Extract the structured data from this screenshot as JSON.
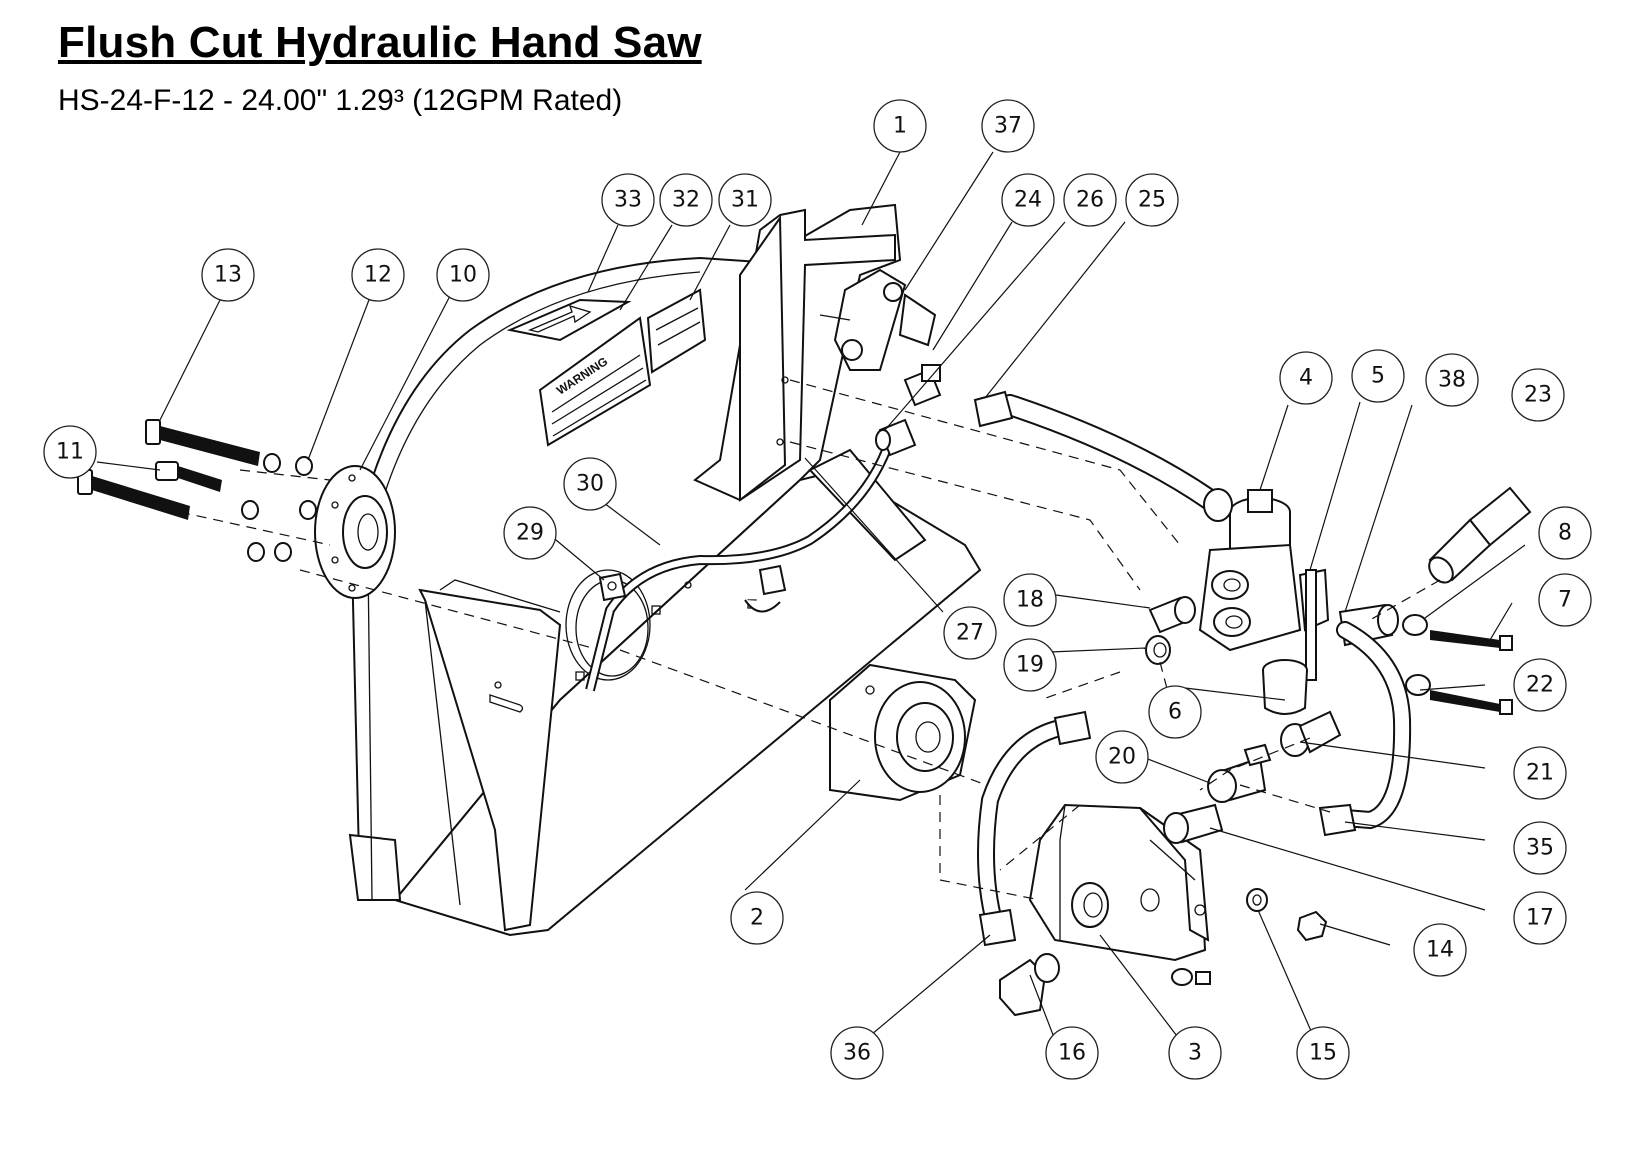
{
  "title": "Flush Cut Hydraulic Hand Saw",
  "subtitle": "HS-24-F-12   - 24.00\" 1.29³ (12GPM Rated)",
  "balloons": [
    {
      "id": "1",
      "label": "1"
    },
    {
      "id": "37",
      "label": "37"
    },
    {
      "id": "33",
      "label": "33"
    },
    {
      "id": "32",
      "label": "32"
    },
    {
      "id": "31",
      "label": "31"
    },
    {
      "id": "24",
      "label": "24"
    },
    {
      "id": "26",
      "label": "26"
    },
    {
      "id": "25",
      "label": "25"
    },
    {
      "id": "13",
      "label": "13"
    },
    {
      "id": "12",
      "label": "12"
    },
    {
      "id": "10",
      "label": "10"
    },
    {
      "id": "11",
      "label": "11"
    },
    {
      "id": "4",
      "label": "4"
    },
    {
      "id": "5",
      "label": "5"
    },
    {
      "id": "38",
      "label": "38"
    },
    {
      "id": "23",
      "label": "23"
    },
    {
      "id": "30",
      "label": "30"
    },
    {
      "id": "29",
      "label": "29"
    },
    {
      "id": "8",
      "label": "8"
    },
    {
      "id": "18",
      "label": "18"
    },
    {
      "id": "7",
      "label": "7"
    },
    {
      "id": "27",
      "label": "27"
    },
    {
      "id": "19",
      "label": "19"
    },
    {
      "id": "22",
      "label": "22"
    },
    {
      "id": "6",
      "label": "6"
    },
    {
      "id": "20",
      "label": "20"
    },
    {
      "id": "21",
      "label": "21"
    },
    {
      "id": "35",
      "label": "35"
    },
    {
      "id": "2",
      "label": "2"
    },
    {
      "id": "17",
      "label": "17"
    },
    {
      "id": "14",
      "label": "14"
    },
    {
      "id": "36",
      "label": "36"
    },
    {
      "id": "16",
      "label": "16"
    },
    {
      "id": "3",
      "label": "3"
    },
    {
      "id": "15",
      "label": "15"
    }
  ],
  "decals": {
    "warning_label": "WARNING"
  }
}
